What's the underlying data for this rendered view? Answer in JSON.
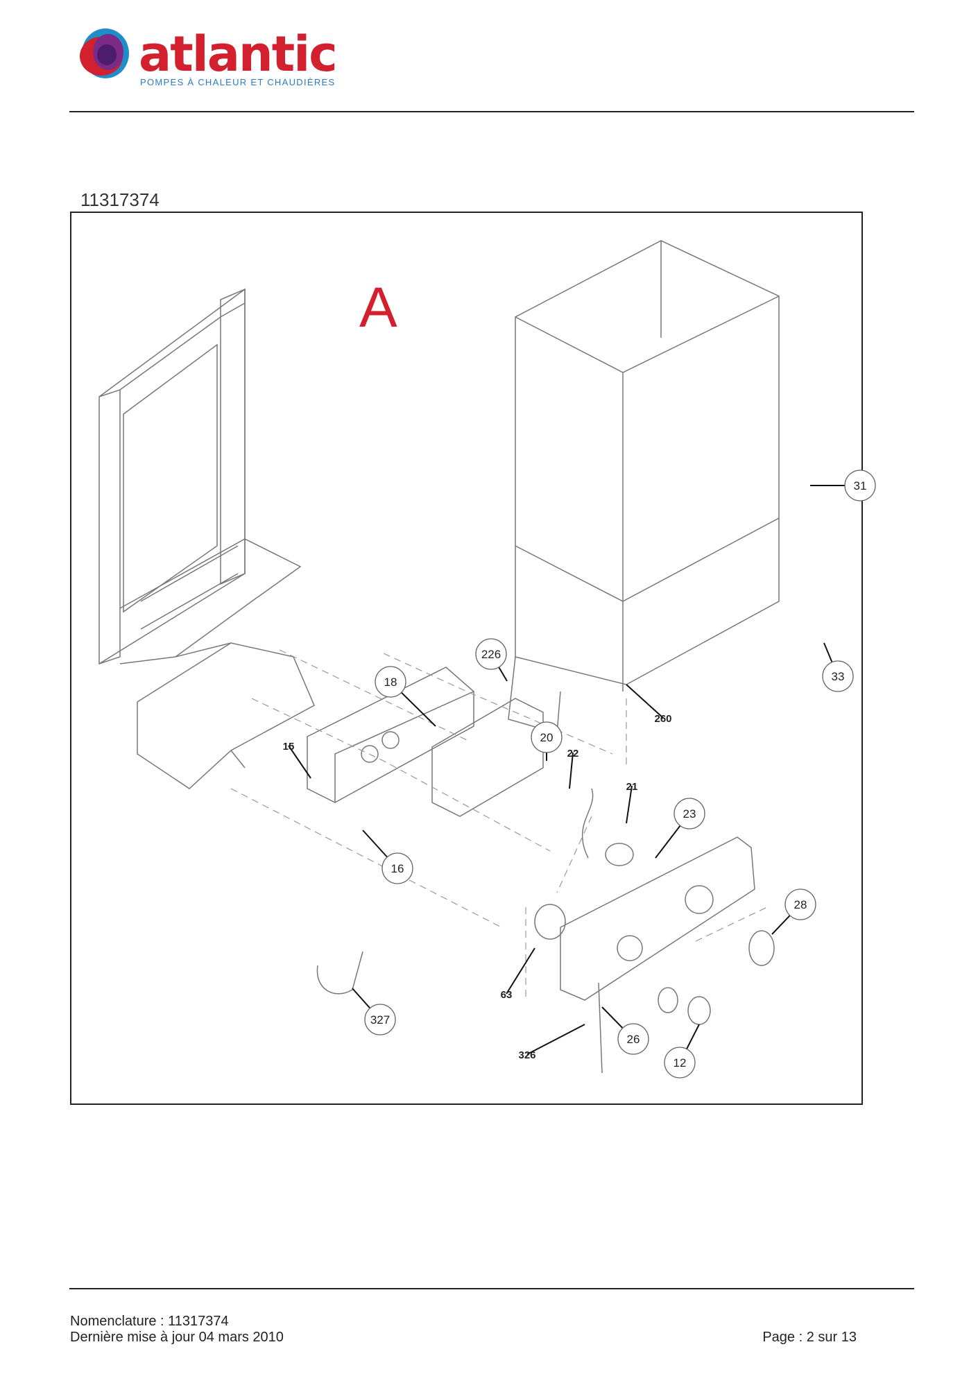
{
  "header": {
    "brand": "atlantic",
    "tagline": "POMPES À CHALEUR ET CHAUDIÈRES",
    "brand_color": "#d3202e",
    "tagline_color": "#2a7bc2"
  },
  "document": {
    "reference": "11317374",
    "section_letter": "A"
  },
  "diagram": {
    "callouts": [
      {
        "id": "31",
        "circled": true
      },
      {
        "id": "33",
        "circled": true
      },
      {
        "id": "226",
        "circled": true
      },
      {
        "id": "18",
        "circled": true
      },
      {
        "id": "260",
        "circled": false
      },
      {
        "id": "20",
        "circled": true
      },
      {
        "id": "22",
        "circled": false
      },
      {
        "id": "15",
        "circled": false
      },
      {
        "id": "21",
        "circled": false
      },
      {
        "id": "23",
        "circled": true
      },
      {
        "id": "16",
        "circled": true
      },
      {
        "id": "28",
        "circled": true
      },
      {
        "id": "63",
        "circled": false
      },
      {
        "id": "327",
        "circled": true
      },
      {
        "id": "26",
        "circled": true
      },
      {
        "id": "326",
        "circled": false
      },
      {
        "id": "12",
        "circled": true
      }
    ]
  },
  "footer": {
    "nomenclature": "Nomenclature : 11317374",
    "updated": "Dernière mise à jour 04 mars 2010",
    "page": "Page : 2 sur 13"
  }
}
